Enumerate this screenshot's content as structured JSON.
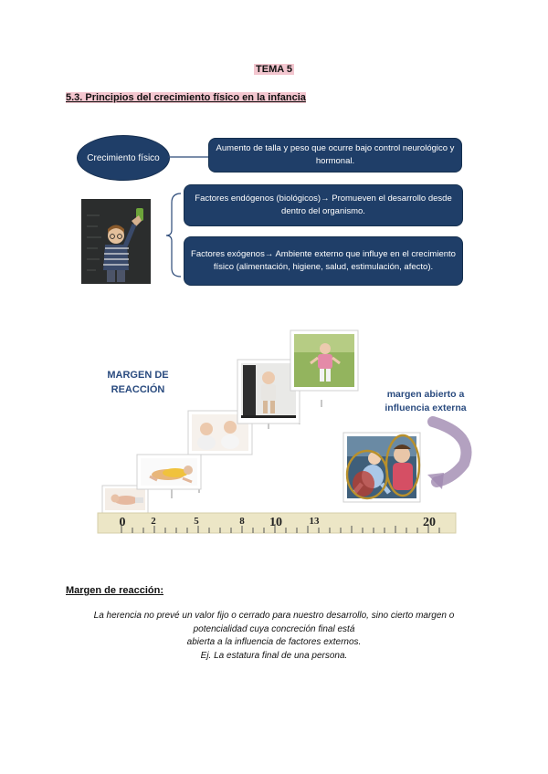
{
  "title": "TEMA 5",
  "section_heading": "5.3. Principios del crecimiento físico en la infancia",
  "diagram": {
    "oval_label": "Crecimiento físico",
    "definition_box": "Aumento de talla y peso que ocurre bajo control neurológico y hormonal.",
    "endogenous_box": "Factores endógenos (biológicos)→ Promueven el desarrollo desde dentro del organismo.",
    "exogenous_box": "Factores exógenos→ Ambiente externo que influye en el crecimiento físico (alimentación, higiene, salud, estimulación, afecto)."
  },
  "figure": {
    "margin_label": "MARGEN DE REACCIÓN",
    "open_margin_label": "margen abierto a influencia externa",
    "ruler_labels": [
      "0",
      "2",
      "5",
      "8",
      "10",
      "13",
      "20"
    ]
  },
  "subheading": "Margen de reacción:",
  "body_lines": [
    "La herencia no prevé un valor fijo o cerrado para nuestro desarrollo, sino cierto margen o",
    "potencialidad cuya concreción final está",
    "abierta a la influencia de factores externos.",
    "Ej. La estatura final de una persona."
  ],
  "colors": {
    "accent_navy": "#1f3e68",
    "highlight_pink": "#f3c6cf",
    "label_blue": "#2a4b7f",
    "ruler_beige": "#ece6c6"
  }
}
